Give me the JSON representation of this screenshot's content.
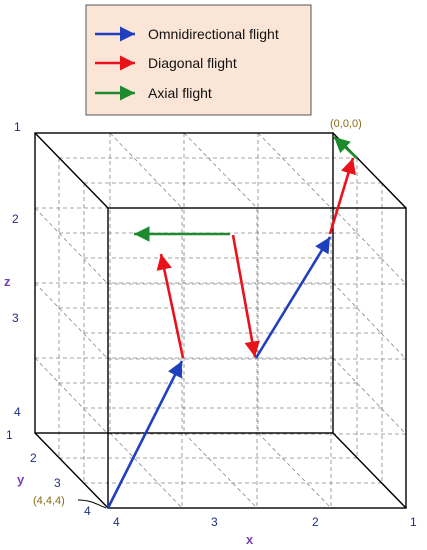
{
  "legend": {
    "items": [
      {
        "label": "Omnidirectional flight",
        "color": "#1f3fbf"
      },
      {
        "label": "Diagonal flight",
        "color": "#e8121b"
      },
      {
        "label": "Axial flight",
        "color": "#1e8a2e"
      }
    ],
    "background": "#fbe5d6"
  },
  "axes": {
    "x_label": "x",
    "y_label": "y",
    "z_label": "z",
    "x_ticks": [
      "4",
      "3",
      "2",
      "1"
    ],
    "y_ticks": [
      "1",
      "2",
      "3",
      "4"
    ],
    "z_ticks": [
      "1",
      "2",
      "3",
      "4"
    ],
    "x_color": "#7a3fb5",
    "y_color": "#7a3fb5",
    "z_color": "#7a3fb5",
    "tick_color": "#1f2f7f"
  },
  "points": {
    "origin_label": "(0,0,0)",
    "start_label": "(4,4,4)",
    "label_color": "#8a6a1a"
  },
  "colors": {
    "omnidirectional": "#1f3fbf",
    "diagonal": "#e8121b",
    "axial": "#1e8a2e",
    "cube_edge": "#000000",
    "grid": "#888888"
  }
}
